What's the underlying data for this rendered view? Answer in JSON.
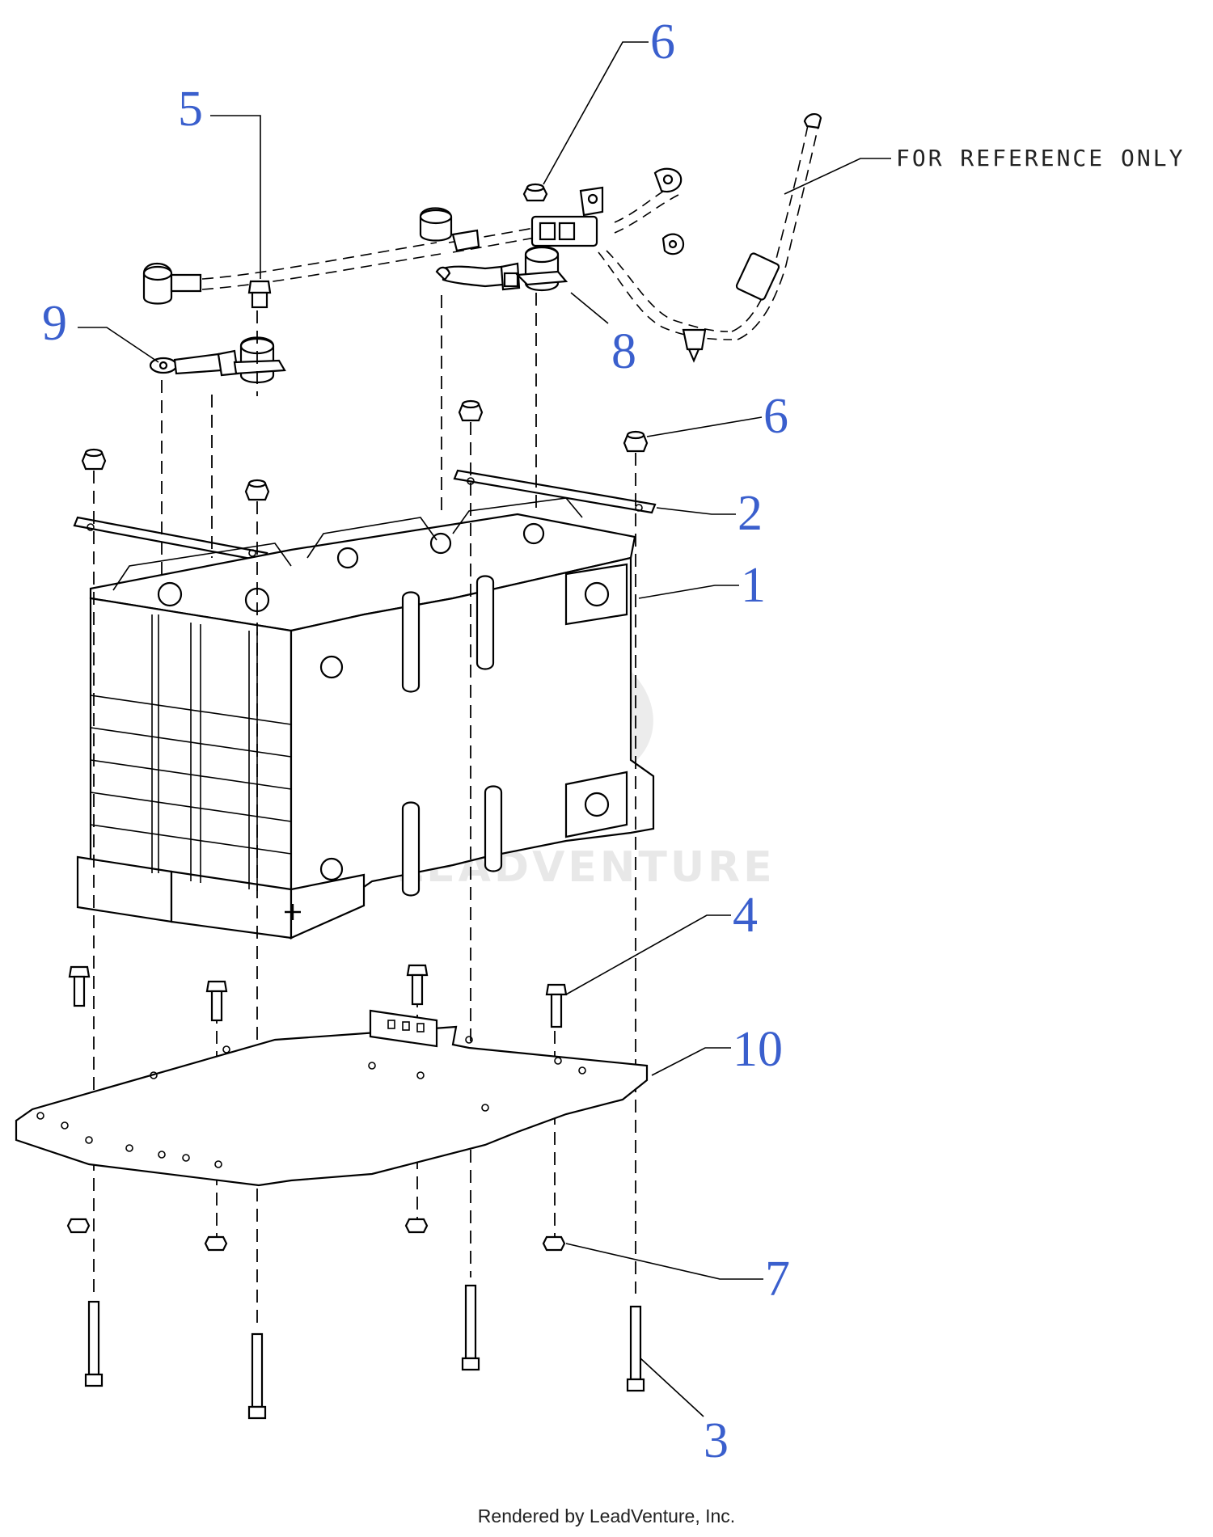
{
  "diagram": {
    "reference_note": "FOR REFERENCE ONLY",
    "watermark": "LEADVENTURE",
    "callouts": [
      {
        "id": "c1",
        "label": "1"
      },
      {
        "id": "c2",
        "label": "2"
      },
      {
        "id": "c3",
        "label": "3"
      },
      {
        "id": "c4",
        "label": "4"
      },
      {
        "id": "c5",
        "label": "5"
      },
      {
        "id": "c6a",
        "label": "6"
      },
      {
        "id": "c6b",
        "label": "6"
      },
      {
        "id": "c7",
        "label": "7"
      },
      {
        "id": "c8",
        "label": "8"
      },
      {
        "id": "c9",
        "label": "9"
      },
      {
        "id": "c10",
        "label": "10"
      }
    ],
    "colors": {
      "callout": "#3a5fcd",
      "line": "#000000",
      "watermark": "#e8e8e8"
    }
  },
  "footer": {
    "text": "Rendered by LeadVenture, Inc."
  }
}
